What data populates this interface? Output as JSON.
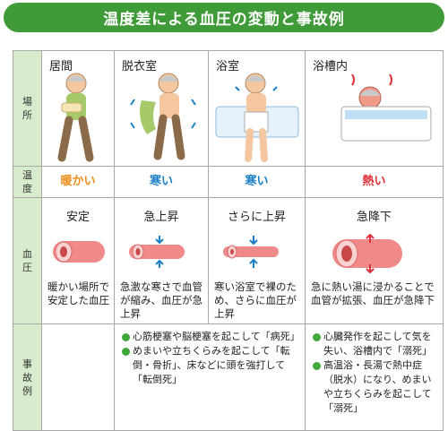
{
  "title": "温度差による血圧の変動と事故例",
  "row_headers": {
    "place": [
      "場",
      "所"
    ],
    "temp": [
      "温",
      "度"
    ],
    "bp": [
      "血",
      "圧"
    ],
    "example": [
      "事",
      "故",
      "例"
    ]
  },
  "columns": [
    {
      "place": "居間",
      "temp": "暖かい",
      "temp_color": "#f08c1a",
      "bp_title": "安定",
      "bp_desc": "暖かい場所で安定した血圧"
    },
    {
      "place": "脱衣室",
      "temp": "寒い",
      "temp_color": "#1b7fc6",
      "bp_title": "急上昇",
      "bp_desc": "急激な寒さで血管が縮み、血圧が急上昇"
    },
    {
      "place": "浴室",
      "temp": "寒い",
      "temp_color": "#1b7fc6",
      "bp_title": "さらに上昇",
      "bp_desc": "寒い浴室で裸のため、さらに血圧が上昇"
    },
    {
      "place": "浴槽内",
      "temp": "熱い",
      "temp_color": "#e0303a",
      "bp_title": "急降下",
      "bp_desc": "急に熱い湯に浸かることで血管が拡張、血圧が急降下"
    }
  ],
  "examples_left": [
    "心筋梗塞や脳梗塞を起こして「病死」",
    "めまいや立ちくらみを起こして「転倒・骨折」、床などに頭を強打して「転倒死」"
  ],
  "examples_right": [
    "心臓発作を起こして気を失い、浴槽内で「溺死」",
    "高温浴・長湯で熱中症（脱水）になり、めまいや立ちくらみを起こして「溺死」"
  ],
  "colors": {
    "banner": "#3f9a38",
    "rowhead_bg": "#d8eccd",
    "vessel": "#f08a8a",
    "arrow_up": "#e0303a",
    "arrow_down": "#1b7fc6",
    "bullet": "#3fa83a"
  }
}
